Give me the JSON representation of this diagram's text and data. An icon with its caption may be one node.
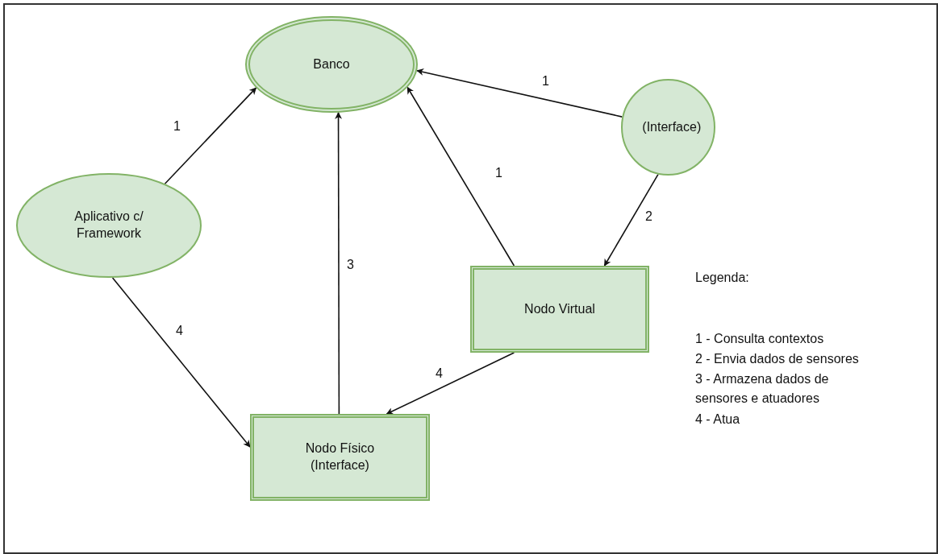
{
  "diagram": {
    "nodes": [
      {
        "text": [
          "Banco"
        ]
      },
      {
        "text": [
          "Aplicativo c/ Framework"
        ]
      },
      {
        "text": [
          "(Interface)"
        ]
      },
      {
        "text": [
          "Nodo Virtual"
        ]
      },
      {
        "text": [
          "Nodo Físico (Interface)"
        ]
      }
    ],
    "edges": [
      {
        "from": 1,
        "to": 0,
        "arrow": "to",
        "label": "1"
      },
      {
        "from": 2,
        "to": 0,
        "arrow": "to",
        "label": "1"
      },
      {
        "from": 3,
        "to": 0,
        "arrow": "to",
        "label": "1"
      },
      {
        "from": 2,
        "to": 3,
        "arrow": "to",
        "label": "2"
      },
      {
        "from": 4,
        "to": 0,
        "arrow": "to",
        "label": "3"
      },
      {
        "from": 1,
        "to": 4,
        "arrow": "to",
        "label": "4"
      },
      {
        "from": 3,
        "to": 4,
        "arrow": "to",
        "label": "4"
      }
    ],
    "labels": [
      "Legenda:",
      "1 - Consulta contextos",
      "2 - Envia dados de sensores",
      "3 - Armazena dados de sensores e atuadores",
      "4 - Atua"
    ]
  }
}
